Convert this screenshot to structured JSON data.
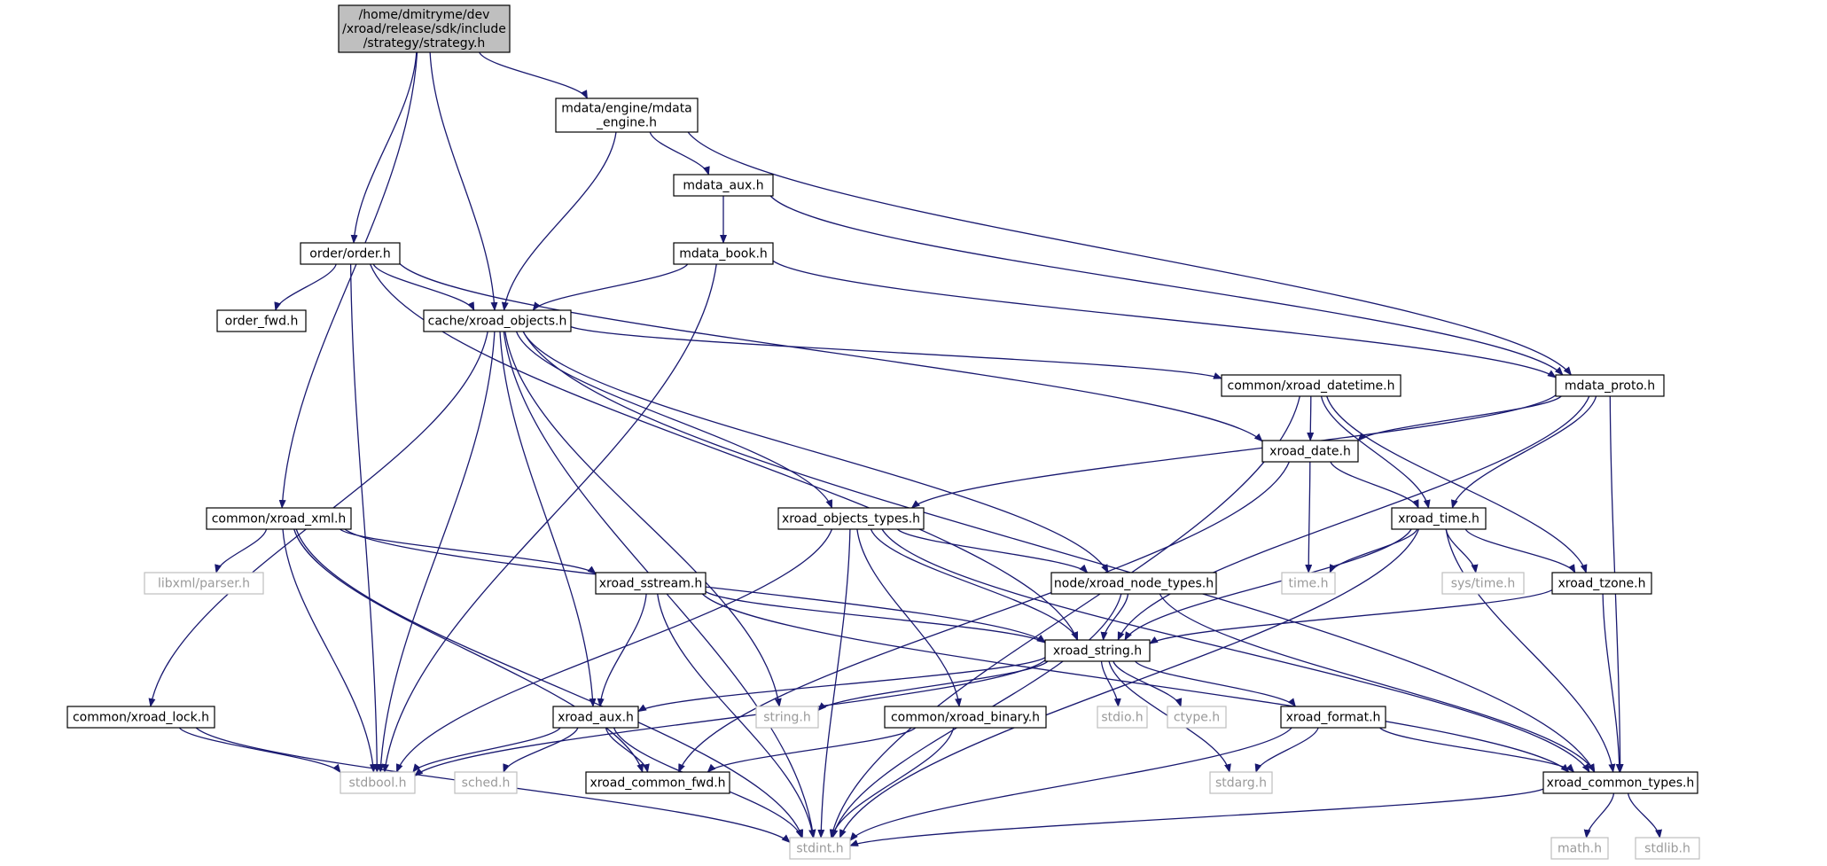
{
  "colors": {
    "edge": "#191970",
    "box_border": "#000000",
    "root_fill": "#bfbfbf",
    "node_fill": "#ffffff",
    "external_border": "#bfbfbf",
    "external_text": "#9a9a9a"
  },
  "nodes": [
    {
      "id": "strategy",
      "lines": [
        "/home/dmitryme/dev",
        "/xroad/release/sdk/include",
        "/strategy/strategy.h"
      ],
      "kind": "root"
    },
    {
      "id": "mdata_engine",
      "lines": [
        "mdata/engine/mdata",
        "_engine.h"
      ],
      "kind": "file"
    },
    {
      "id": "mdata_aux",
      "lines": [
        "mdata_aux.h"
      ],
      "kind": "file"
    },
    {
      "id": "mdata_book",
      "lines": [
        "mdata_book.h"
      ],
      "kind": "file"
    },
    {
      "id": "order",
      "lines": [
        "order/order.h"
      ],
      "kind": "file"
    },
    {
      "id": "order_fwd",
      "lines": [
        "order_fwd.h"
      ],
      "kind": "file"
    },
    {
      "id": "xroad_objects",
      "lines": [
        "cache/xroad_objects.h"
      ],
      "kind": "file"
    },
    {
      "id": "mdata_proto",
      "lines": [
        "mdata_proto.h"
      ],
      "kind": "file"
    },
    {
      "id": "datetime",
      "lines": [
        "common/xroad_datetime.h"
      ],
      "kind": "file"
    },
    {
      "id": "xroad_date",
      "lines": [
        "xroad_date.h"
      ],
      "kind": "file"
    },
    {
      "id": "xroad_xml",
      "lines": [
        "common/xroad_xml.h"
      ],
      "kind": "file"
    },
    {
      "id": "objects_types",
      "lines": [
        "xroad_objects_types.h"
      ],
      "kind": "file"
    },
    {
      "id": "xroad_time",
      "lines": [
        "xroad_time.h"
      ],
      "kind": "file"
    },
    {
      "id": "libxml",
      "lines": [
        "libxml/parser.h"
      ],
      "kind": "external"
    },
    {
      "id": "sstream",
      "lines": [
        "xroad_sstream.h"
      ],
      "kind": "file"
    },
    {
      "id": "node_types",
      "lines": [
        "node/xroad_node_types.h"
      ],
      "kind": "file"
    },
    {
      "id": "time_h",
      "lines": [
        "time.h"
      ],
      "kind": "external"
    },
    {
      "id": "sys_time",
      "lines": [
        "sys/time.h"
      ],
      "kind": "external"
    },
    {
      "id": "tzone",
      "lines": [
        "xroad_tzone.h"
      ],
      "kind": "file"
    },
    {
      "id": "xroad_string",
      "lines": [
        "xroad_string.h"
      ],
      "kind": "file"
    },
    {
      "id": "xroad_lock",
      "lines": [
        "common/xroad_lock.h"
      ],
      "kind": "file"
    },
    {
      "id": "xroad_aux",
      "lines": [
        "xroad_aux.h"
      ],
      "kind": "file"
    },
    {
      "id": "string_h",
      "lines": [
        "string.h"
      ],
      "kind": "external"
    },
    {
      "id": "binary",
      "lines": [
        "common/xroad_binary.h"
      ],
      "kind": "file"
    },
    {
      "id": "stdio_h",
      "lines": [
        "stdio.h"
      ],
      "kind": "external"
    },
    {
      "id": "ctype_h",
      "lines": [
        "ctype.h"
      ],
      "kind": "external"
    },
    {
      "id": "format",
      "lines": [
        "xroad_format.h"
      ],
      "kind": "file"
    },
    {
      "id": "stdbool",
      "lines": [
        "stdbool.h"
      ],
      "kind": "external"
    },
    {
      "id": "sched",
      "lines": [
        "sched.h"
      ],
      "kind": "external"
    },
    {
      "id": "common_fwd",
      "lines": [
        "xroad_common_fwd.h"
      ],
      "kind": "file"
    },
    {
      "id": "stdarg",
      "lines": [
        "stdarg.h"
      ],
      "kind": "external"
    },
    {
      "id": "common_types",
      "lines": [
        "xroad_common_types.h"
      ],
      "kind": "file"
    },
    {
      "id": "stdint",
      "lines": [
        "stdint.h"
      ],
      "kind": "external"
    },
    {
      "id": "math_h",
      "lines": [
        "math.h"
      ],
      "kind": "external"
    },
    {
      "id": "stdlib_h",
      "lines": [
        "stdlib.h"
      ],
      "kind": "external"
    }
  ],
  "edges": [
    [
      "strategy",
      "mdata_engine"
    ],
    [
      "strategy",
      "order"
    ],
    [
      "strategy",
      "xroad_objects"
    ],
    [
      "strategy",
      "xroad_xml"
    ],
    [
      "mdata_engine",
      "mdata_aux"
    ],
    [
      "mdata_engine",
      "xroad_objects"
    ],
    [
      "mdata_engine",
      "mdata_proto"
    ],
    [
      "mdata_aux",
      "mdata_book"
    ],
    [
      "mdata_aux",
      "mdata_proto"
    ],
    [
      "mdata_book",
      "xroad_objects"
    ],
    [
      "mdata_book",
      "mdata_proto"
    ],
    [
      "mdata_book",
      "stdbool"
    ],
    [
      "order",
      "order_fwd"
    ],
    [
      "order",
      "xroad_objects"
    ],
    [
      "order",
      "xroad_date"
    ],
    [
      "order",
      "xroad_string"
    ],
    [
      "order",
      "stdbool"
    ],
    [
      "xroad_objects",
      "datetime"
    ],
    [
      "xroad_objects",
      "objects_types"
    ],
    [
      "xroad_objects",
      "node_types"
    ],
    [
      "xroad_objects",
      "xroad_lock"
    ],
    [
      "xroad_objects",
      "xroad_aux"
    ],
    [
      "xroad_objects",
      "string_h"
    ],
    [
      "xroad_objects",
      "stdbool"
    ],
    [
      "xroad_objects",
      "stdint"
    ],
    [
      "xroad_objects",
      "common_types"
    ],
    [
      "datetime",
      "xroad_date"
    ],
    [
      "datetime",
      "xroad_time"
    ],
    [
      "datetime",
      "tzone"
    ],
    [
      "datetime",
      "stdint"
    ],
    [
      "mdata_proto",
      "xroad_date"
    ],
    [
      "mdata_proto",
      "xroad_time"
    ],
    [
      "mdata_proto",
      "objects_types"
    ],
    [
      "mdata_proto",
      "xroad_string"
    ],
    [
      "mdata_proto",
      "common_types"
    ],
    [
      "xroad_date",
      "xroad_time"
    ],
    [
      "xroad_date",
      "time_h"
    ],
    [
      "xroad_date",
      "common_fwd"
    ],
    [
      "xroad_time",
      "time_h"
    ],
    [
      "xroad_time",
      "sys_time"
    ],
    [
      "xroad_time",
      "tzone"
    ],
    [
      "xroad_time",
      "xroad_string"
    ],
    [
      "xroad_time",
      "stdint"
    ],
    [
      "xroad_time",
      "common_types"
    ],
    [
      "tzone",
      "xroad_string"
    ],
    [
      "tzone",
      "common_types"
    ],
    [
      "xroad_xml",
      "libxml"
    ],
    [
      "xroad_xml",
      "sstream"
    ],
    [
      "xroad_xml",
      "xroad_string"
    ],
    [
      "xroad_xml",
      "stdbool"
    ],
    [
      "xroad_xml",
      "common_fwd"
    ],
    [
      "xroad_xml",
      "stdint"
    ],
    [
      "objects_types",
      "node_types"
    ],
    [
      "objects_types",
      "xroad_string"
    ],
    [
      "objects_types",
      "binary"
    ],
    [
      "objects_types",
      "stdbool"
    ],
    [
      "objects_types",
      "stdint"
    ],
    [
      "objects_types",
      "common_types"
    ],
    [
      "sstream",
      "xroad_aux"
    ],
    [
      "sstream",
      "xroad_string"
    ],
    [
      "sstream",
      "stdint"
    ],
    [
      "sstream",
      "common_types"
    ],
    [
      "node_types",
      "xroad_string"
    ],
    [
      "node_types",
      "stdint"
    ],
    [
      "node_types",
      "common_types"
    ],
    [
      "xroad_string",
      "xroad_aux"
    ],
    [
      "xroad_string",
      "stdbool"
    ],
    [
      "xroad_string",
      "string_h"
    ],
    [
      "xroad_string",
      "stdio_h"
    ],
    [
      "xroad_string",
      "ctype_h"
    ],
    [
      "xroad_string",
      "format"
    ],
    [
      "xroad_string",
      "stdarg"
    ],
    [
      "xroad_lock",
      "stdbool"
    ],
    [
      "xroad_lock",
      "stdint"
    ],
    [
      "xroad_aux",
      "stdbool"
    ],
    [
      "xroad_aux",
      "sched"
    ],
    [
      "xroad_aux",
      "common_fwd"
    ],
    [
      "xroad_aux",
      "stdint"
    ],
    [
      "binary",
      "common_fwd"
    ],
    [
      "binary",
      "stdint"
    ],
    [
      "format",
      "stdarg"
    ],
    [
      "format",
      "stdint"
    ],
    [
      "format",
      "common_types"
    ],
    [
      "common_types",
      "stdint"
    ],
    [
      "common_types",
      "math_h"
    ],
    [
      "common_types",
      "stdlib_h"
    ]
  ]
}
